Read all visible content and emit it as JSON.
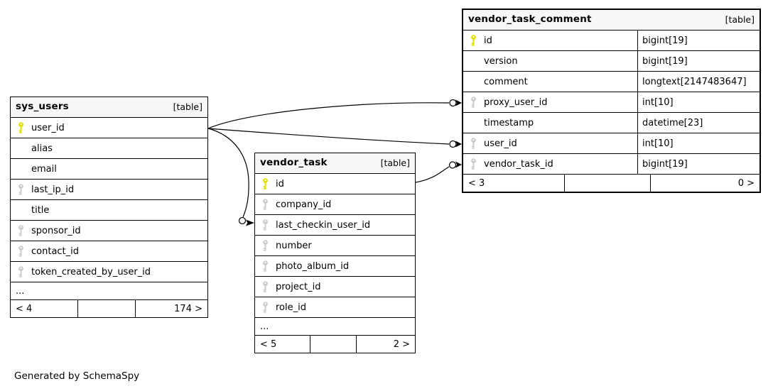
{
  "colors": {
    "primary_key": "#e0e000",
    "foreign_key": "#cccccc",
    "header_bg": "#f7f7f7",
    "line": "#000000"
  },
  "footer_note": "Generated by SchemaSpy",
  "tables": [
    {
      "name": "sys_users",
      "tag": "[table]",
      "columns": [
        {
          "name": "user_id",
          "key": "primary"
        },
        {
          "name": "alias",
          "key": ""
        },
        {
          "name": "email",
          "key": ""
        },
        {
          "name": "last_ip_id",
          "key": "foreign"
        },
        {
          "name": "title",
          "key": ""
        },
        {
          "name": "sponsor_id",
          "key": "foreign"
        },
        {
          "name": "contact_id",
          "key": "foreign"
        },
        {
          "name": "token_created_by_user_id",
          "key": "foreign"
        }
      ],
      "truncated_indicator": "...",
      "stats": {
        "left": "< 4",
        "mid": "",
        "right": "174 >"
      }
    },
    {
      "name": "vendor_task",
      "tag": "[table]",
      "columns": [
        {
          "name": "id",
          "key": "primary"
        },
        {
          "name": "company_id",
          "key": "foreign"
        },
        {
          "name": "last_checkin_user_id",
          "key": "foreign"
        },
        {
          "name": "number",
          "key": "foreign"
        },
        {
          "name": "photo_album_id",
          "key": "foreign"
        },
        {
          "name": "project_id",
          "key": "foreign"
        },
        {
          "name": "role_id",
          "key": "foreign"
        }
      ],
      "truncated_indicator": "...",
      "stats": {
        "left": "< 5",
        "mid": "",
        "right": "2 >"
      }
    },
    {
      "name": "vendor_task_comment",
      "tag": "[table]",
      "columns": [
        {
          "name": "id",
          "key": "primary",
          "type": "bigint[19]"
        },
        {
          "name": "version",
          "key": "",
          "type": "bigint[19]"
        },
        {
          "name": "comment",
          "key": "",
          "type": "longtext[2147483647]"
        },
        {
          "name": "proxy_user_id",
          "key": "foreign",
          "type": "int[10]"
        },
        {
          "name": "timestamp",
          "key": "",
          "type": "datetime[23]"
        },
        {
          "name": "user_id",
          "key": "foreign",
          "type": "int[10]"
        },
        {
          "name": "vendor_task_id",
          "key": "foreign",
          "type": "bigint[19]"
        }
      ],
      "stats": {
        "left": "< 3",
        "mid": "",
        "right": "0 >"
      }
    }
  ],
  "relationships": [
    {
      "from": "sys_users.user_id",
      "to": "vendor_task_comment.proxy_user_id"
    },
    {
      "from": "sys_users.user_id",
      "to": "vendor_task_comment.user_id"
    },
    {
      "from": "sys_users.user_id",
      "to": "vendor_task.last_checkin_user_id"
    },
    {
      "from": "vendor_task.id",
      "to": "vendor_task_comment.vendor_task_id"
    }
  ]
}
